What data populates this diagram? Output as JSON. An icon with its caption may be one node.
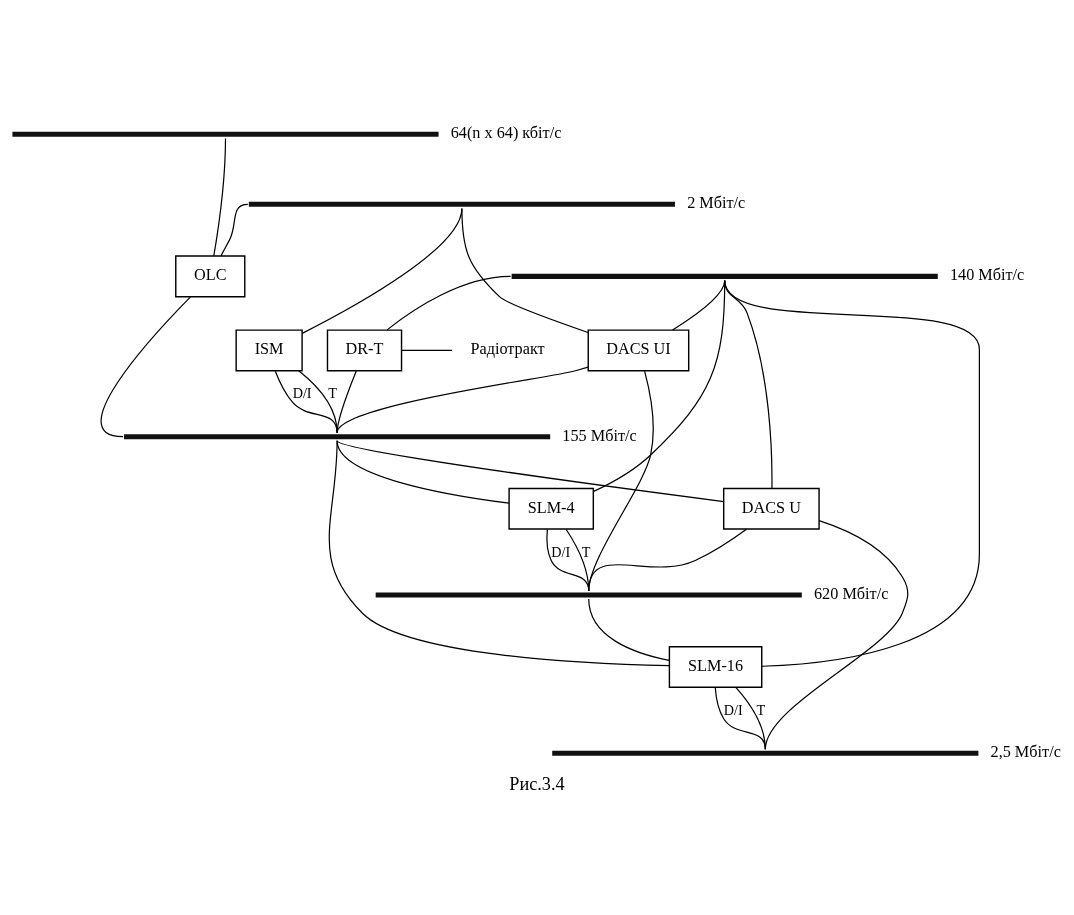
{
  "diagram": {
    "caption": "Рис.3.4",
    "nodes": [
      {
        "text": [],
        "shape": "bar",
        "beside": [
          "64(n x 64) кбіт/с"
        ]
      },
      {
        "text": [],
        "shape": "bar",
        "beside": [
          "2 Мбіт/с"
        ]
      },
      {
        "text": [],
        "shape": "bar",
        "beside": [
          "140 Мбіт/с"
        ]
      },
      {
        "text": [
          "OLC"
        ]
      },
      {
        "text": [
          "ISM"
        ]
      },
      {
        "text": [
          "DACS UI"
        ]
      },
      {
        "text": [
          "DR-T"
        ]
      },
      {
        "text": [
          "Радіотракт"
        ]
      },
      {
        "text": [],
        "shape": "bar",
        "beside": [
          "155 Мбіт/с"
        ]
      },
      {
        "text": [
          "SLM-4"
        ]
      },
      {
        "text": [
          "DACS U"
        ]
      },
      {
        "text": [],
        "shape": "bar",
        "beside": [
          "620 Мбіт/с"
        ]
      },
      {
        "text": [
          "SLM-16"
        ]
      },
      {
        "text": [],
        "shape": "bar",
        "beside": [
          "2,5 Мбіт/с"
        ]
      }
    ],
    "edges": [
      {
        "from": 0,
        "to": 3,
        "arrow": "none"
      },
      {
        "from": 1,
        "to": 3,
        "arrow": "none"
      },
      {
        "from": 1,
        "to": 4,
        "arrow": "none"
      },
      {
        "from": 1,
        "to": 5,
        "arrow": "none"
      },
      {
        "from": 2,
        "to": 9,
        "arrow": "none"
      },
      {
        "from": 2,
        "to": 12,
        "arrow": "none"
      },
      {
        "from": 2,
        "to": 5,
        "arrow": "none"
      },
      {
        "from": 2,
        "to": 10,
        "arrow": "none"
      },
      {
        "from": 2,
        "to": 6,
        "arrow": "none"
      },
      {
        "from": 6,
        "to": 7,
        "arrow": "none"
      },
      {
        "from": 3,
        "to": 8,
        "arrow": "none"
      },
      {
        "from": 4,
        "to": 8,
        "arrow": "none",
        "label": "T"
      },
      {
        "from": 4,
        "to": 8,
        "arrow": "none",
        "label": "D/I"
      },
      {
        "from": 5,
        "to": 8,
        "arrow": "none"
      },
      {
        "from": 6,
        "to": 8,
        "arrow": "none"
      },
      {
        "from": 8,
        "to": 9,
        "arrow": "none"
      },
      {
        "from": 8,
        "to": 10,
        "arrow": "none"
      },
      {
        "from": 8,
        "to": 12,
        "arrow": "none"
      },
      {
        "from": 5,
        "to": 11,
        "arrow": "none"
      },
      {
        "from": 9,
        "to": 11,
        "arrow": "none",
        "label": "T"
      },
      {
        "from": 9,
        "to": 11,
        "arrow": "none",
        "label": "D/I"
      },
      {
        "from": 10,
        "to": 11,
        "arrow": "none"
      },
      {
        "from": 11,
        "to": 12,
        "arrow": "none"
      },
      {
        "from": 10,
        "to": 13,
        "arrow": "none"
      },
      {
        "from": 12,
        "to": 13,
        "arrow": "none",
        "label": "T"
      },
      {
        "from": 12,
        "to": 13,
        "arrow": "none",
        "label": "D/I"
      }
    ]
  }
}
